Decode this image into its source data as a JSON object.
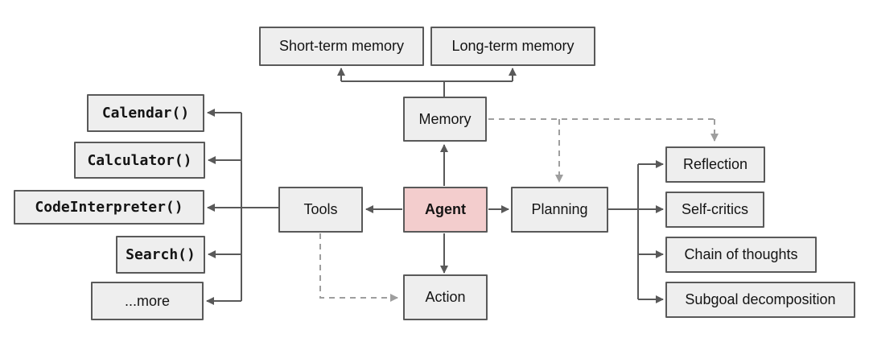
{
  "diagram": {
    "type": "flowchart",
    "subject": "Overview of an LLM-powered autonomous agent system"
  },
  "colors": {
    "background": "#ffffff",
    "node_fill": "#eeeeee",
    "node_border": "#595959",
    "agent_fill": "#f3cdcd",
    "line": "#595959",
    "dashed_line": "#9e9e9e",
    "text": "#141414"
  },
  "nodes": {
    "short_term_memory": {
      "label": "Short-term memory"
    },
    "long_term_memory": {
      "label": "Long-term memory"
    },
    "memory": {
      "label": "Memory"
    },
    "agent": {
      "label": "Agent"
    },
    "tools": {
      "label": "Tools"
    },
    "planning": {
      "label": "Planning"
    },
    "action": {
      "label": "Action"
    },
    "calendar": {
      "label": "Calendar()"
    },
    "calculator": {
      "label": "Calculator()"
    },
    "code_interpreter": {
      "label": "CodeInterpreter()"
    },
    "search": {
      "label": "Search()"
    },
    "more": {
      "label": "...more"
    },
    "reflection": {
      "label": "Reflection"
    },
    "self_critics": {
      "label": "Self-critics"
    },
    "chain_of_thoughts": {
      "label": "Chain of thoughts"
    },
    "subgoal_decomposition": {
      "label": "Subgoal decomposition"
    }
  },
  "edges": [
    {
      "from": "Memory",
      "to": "Short-term memory",
      "style": "solid"
    },
    {
      "from": "Memory",
      "to": "Long-term memory",
      "style": "solid"
    },
    {
      "from": "Agent",
      "to": "Memory",
      "style": "solid"
    },
    {
      "from": "Agent",
      "to": "Tools",
      "style": "solid"
    },
    {
      "from": "Agent",
      "to": "Planning",
      "style": "solid"
    },
    {
      "from": "Agent",
      "to": "Action",
      "style": "solid"
    },
    {
      "from": "Tools",
      "to": "Calendar()",
      "style": "solid"
    },
    {
      "from": "Tools",
      "to": "Calculator()",
      "style": "solid"
    },
    {
      "from": "Tools",
      "to": "CodeInterpreter()",
      "style": "solid"
    },
    {
      "from": "Tools",
      "to": "Search()",
      "style": "solid"
    },
    {
      "from": "Tools",
      "to": "...more",
      "style": "solid"
    },
    {
      "from": "Planning",
      "to": "Reflection",
      "style": "solid"
    },
    {
      "from": "Planning",
      "to": "Self-critics",
      "style": "solid"
    },
    {
      "from": "Planning",
      "to": "Chain of thoughts",
      "style": "solid"
    },
    {
      "from": "Planning",
      "to": "Subgoal decomposition",
      "style": "solid"
    },
    {
      "from": "Memory",
      "to": "Planning",
      "style": "dashed"
    },
    {
      "from": "Memory",
      "to": "Reflection",
      "style": "dashed"
    },
    {
      "from": "Tools",
      "to": "Action",
      "style": "dashed"
    }
  ]
}
